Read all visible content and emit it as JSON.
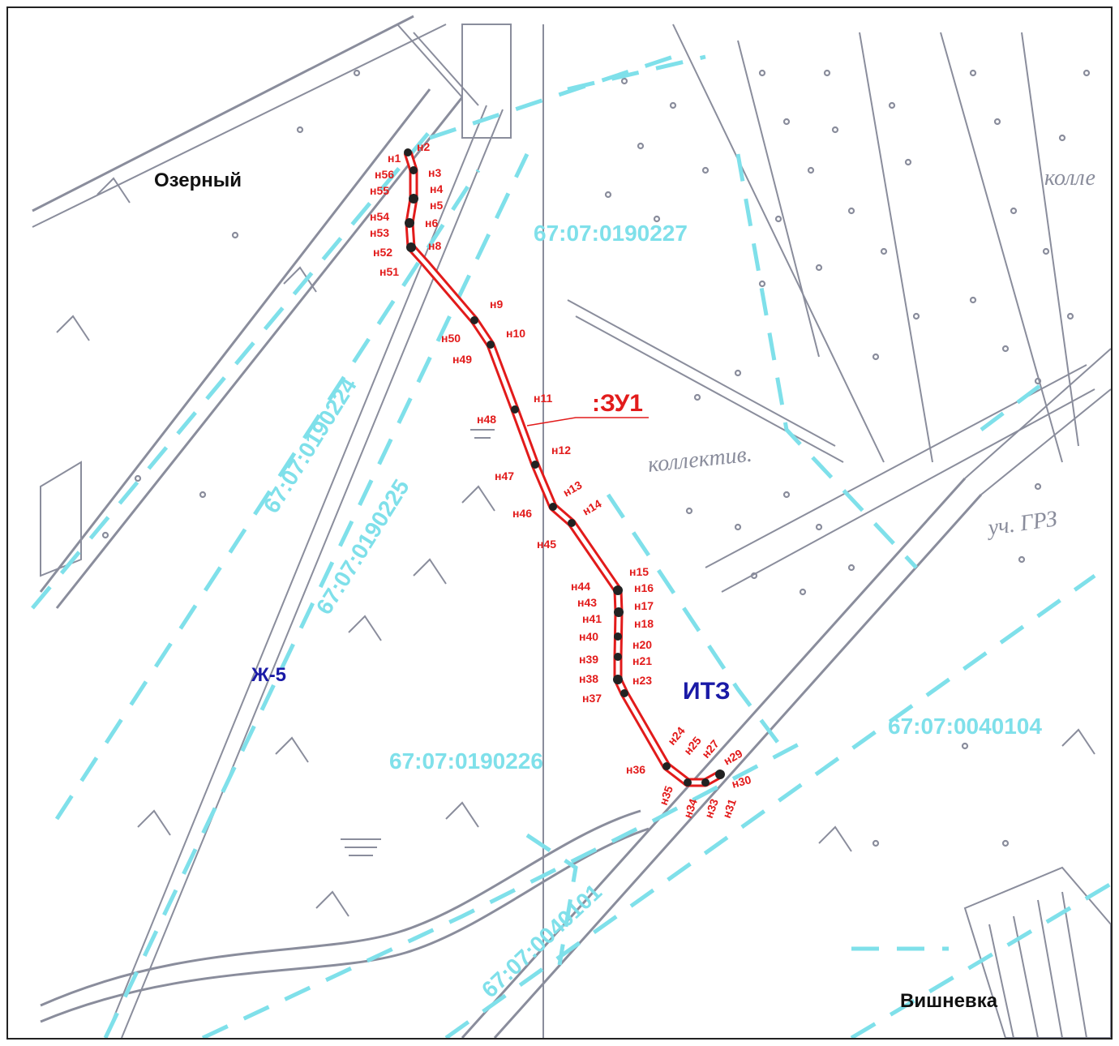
{
  "map": {
    "place_names": {
      "ozerny": "Озерный",
      "vishnevka": "Вишневка",
      "kollektiv": "коллектив.",
      "kolle": "колле",
      "uch_grz": "уч. ГРЗ"
    },
    "zones": {
      "zh5": "Ж-5",
      "itz": "ИТЗ"
    },
    "parcels": {
      "p0190227": "67:07:0190227",
      "p0190224": "67:07:0190224",
      "p0190225": "67:07:0190225",
      "p0190226": "67:07:0190226",
      "p0040104": "67:07:0040104",
      "p0040101": "67:07:0040101"
    },
    "plot_label": ":ЗУ1",
    "route_color": "#e21b1b",
    "cadastral_color": "#7fe0ea",
    "base_color": "#8a8d9c",
    "zone_color": "#1a1aa6",
    "points": [
      "н1",
      "н2",
      "н3",
      "н4",
      "н5",
      "н6",
      "н8",
      "н9",
      "н10",
      "н11",
      "н12",
      "н13",
      "н14",
      "н15",
      "н16",
      "н17",
      "н18",
      "н20",
      "н21",
      "н23",
      "н24",
      "н25",
      "н27",
      "н29",
      "н30",
      "н31",
      "н33",
      "н34",
      "н35",
      "н36",
      "н37",
      "н38",
      "н39",
      "н40",
      "н41",
      "н43",
      "н44",
      "н45",
      "н46",
      "н47",
      "н48",
      "н49",
      "н50",
      "н51",
      "н52",
      "н53",
      "н54",
      "н55",
      "н56"
    ]
  }
}
